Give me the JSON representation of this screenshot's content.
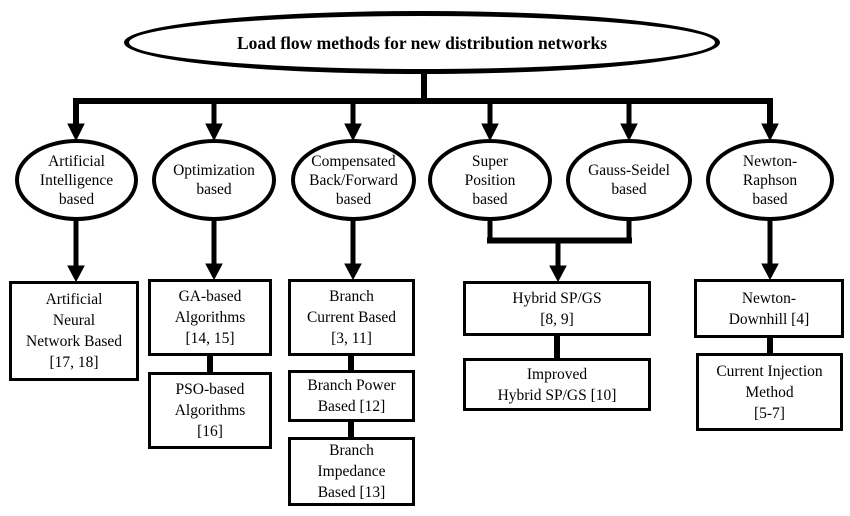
{
  "diagram": {
    "title": "Load flow methods for new distribution networks",
    "nodes": {
      "root": {
        "label": "Load flow methods for new distribution networks"
      },
      "ai": {
        "label": "Artificial\nIntelligence\nbased"
      },
      "opt": {
        "label": "Optimization\nbased"
      },
      "comp": {
        "label": "Compensated\nBack/Forward\nbased"
      },
      "super": {
        "label": "Super\nPosition\nbased"
      },
      "gauss": {
        "label": "Gauss-Seidel\nbased"
      },
      "newton": {
        "label": "Newton-\nRaphson\nbased"
      },
      "ann": {
        "label": "Artificial\nNeural\nNetwork Based\n[17, 18]"
      },
      "ga": {
        "label": "GA-based\nAlgorithms\n[14, 15]"
      },
      "pso": {
        "label": "PSO-based\nAlgorithms\n[16]"
      },
      "branch_current": {
        "label": "Branch\nCurrent Based\n[3, 11]"
      },
      "branch_power": {
        "label": "Branch Power\nBased [12]"
      },
      "branch_impedance": {
        "label": "Branch\nImpedance\nBased [13]"
      },
      "hybrid": {
        "label": "Hybrid SP/GS\n[8, 9]"
      },
      "improved_hybrid": {
        "label": "Improved\nHybrid SP/GS [10]"
      },
      "newton_downhill": {
        "label": "Newton-\nDownhill [4]"
      },
      "current_injection": {
        "label": "Current Injection\nMethod\n[5-7]"
      }
    },
    "edges": [
      {
        "from": "root",
        "to": "ai"
      },
      {
        "from": "root",
        "to": "opt"
      },
      {
        "from": "root",
        "to": "comp"
      },
      {
        "from": "root",
        "to": "super"
      },
      {
        "from": "root",
        "to": "gauss"
      },
      {
        "from": "root",
        "to": "newton"
      },
      {
        "from": "ai",
        "to": "ann"
      },
      {
        "from": "opt",
        "to": "ga"
      },
      {
        "from": "ga",
        "to": "pso"
      },
      {
        "from": "comp",
        "to": "branch_current"
      },
      {
        "from": "branch_current",
        "to": "branch_power"
      },
      {
        "from": "branch_power",
        "to": "branch_impedance"
      },
      {
        "from": "super",
        "to": "hybrid"
      },
      {
        "from": "gauss",
        "to": "hybrid"
      },
      {
        "from": "hybrid",
        "to": "improved_hybrid"
      },
      {
        "from": "newton",
        "to": "newton_downhill"
      },
      {
        "from": "newton_downhill",
        "to": "current_injection"
      }
    ],
    "colors": {
      "line": "#000000",
      "text": "#000000",
      "background": "#ffffff"
    }
  }
}
